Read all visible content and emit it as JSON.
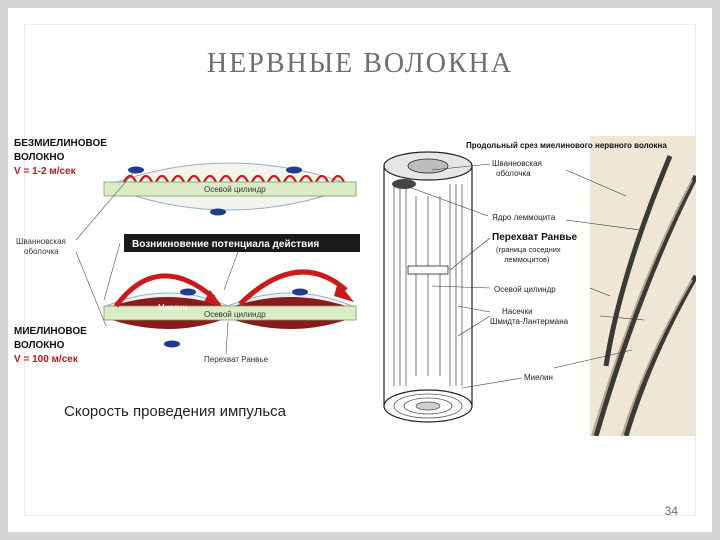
{
  "slide": {
    "title": "НЕРВНЫЕ ВОЛОКНА",
    "page_number": "34"
  },
  "left_diagram": {
    "unmyelinated_title_1": "БЕЗМИЕЛИНОВОЕ",
    "unmyelinated_title_2": "ВОЛОКНО",
    "unmyelinated_speed": "V = 1-2 м/сек",
    "axial_cylinder_top": "Осевой цилиндр",
    "schwann_label_1": "Шванновская",
    "schwann_label_2": "оболочка",
    "action_potential_banner": "Возникновение потенциала действия",
    "myelin_label": "Миелин",
    "axial_cylinder_bottom": "Осевой цилиндр",
    "myelinated_title_1": "МИЕЛИНОВОЕ",
    "myelinated_title_2": "ВОЛОКНО",
    "myelinated_speed": "V = 100 м/сек",
    "node_label": "Перехват Ранвье",
    "caption": "Скорость проведения импульса"
  },
  "right_diagram": {
    "header": "Продольный срез миелинового нервного волокна",
    "label_schwann_1": "Шванновская",
    "label_schwann_2": "оболочка",
    "label_nucleus": "Ядро леммоцита",
    "label_node": "Перехват Ранвье",
    "label_node_sub_1": "(граница соседних",
    "label_node_sub_2": "леммоцитов)",
    "label_axon": "Осевой цилиндр",
    "label_incisures_1": "Насечки",
    "label_incisures_2": "Шмидта-Лантермана",
    "label_myelin": "Миелин"
  },
  "colors": {
    "myelin": "#8b1a1a",
    "arrow": "#d11a1a",
    "speed_text": "#c0151e",
    "axon": "#d9ecc6",
    "banner": "#1a1a1a",
    "schwann_nucleus": "#1f3c8f"
  }
}
